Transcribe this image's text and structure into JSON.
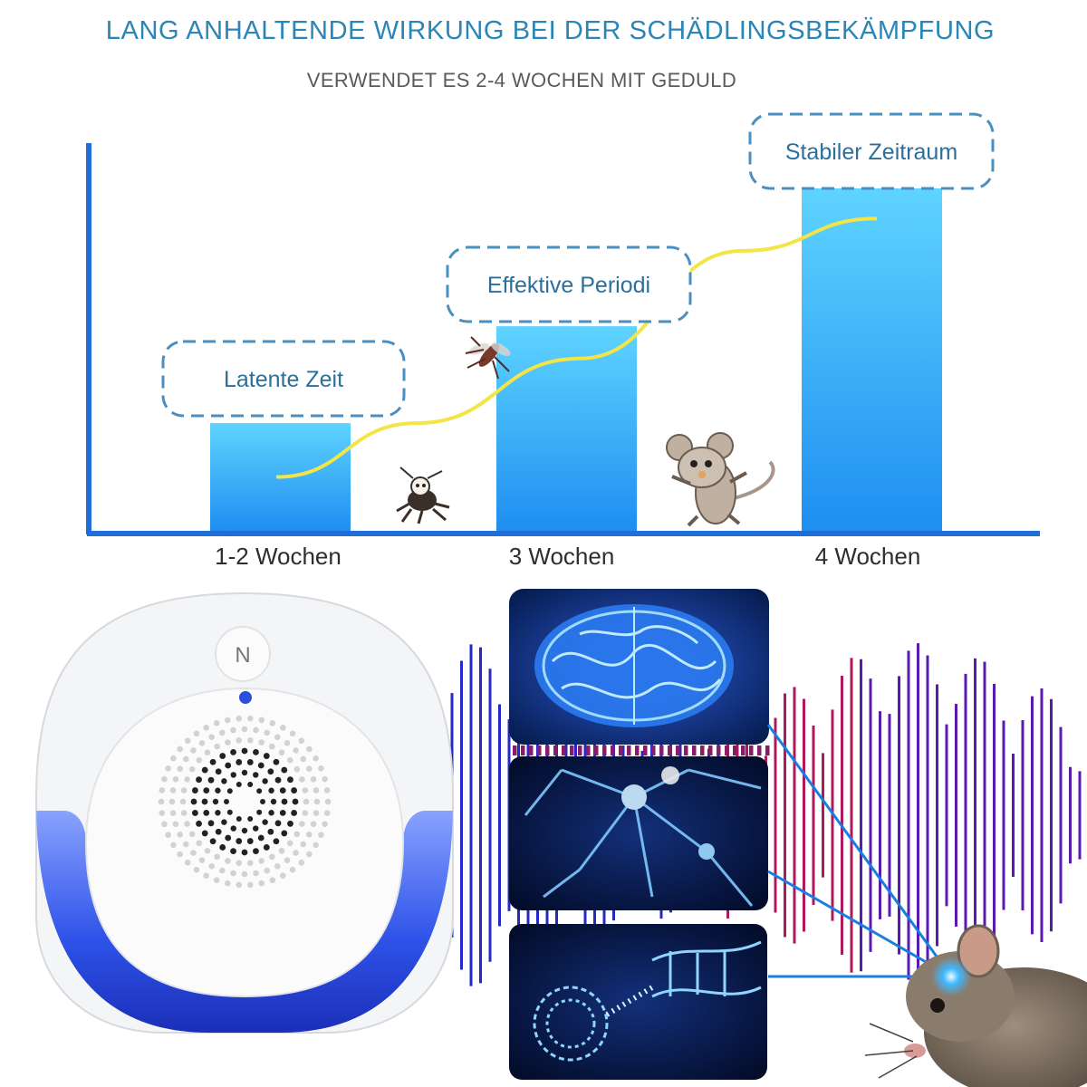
{
  "header": {
    "title": "LANG ANHALTENDE WIRKUNG BEI DER SCHÄDLINGSBEKÄMPFUNG",
    "subtitle": "VERWENDET ES 2-4 WOCHEN MIT GEDULD"
  },
  "chart_data": {
    "type": "bar",
    "categories": [
      "1-2 Wochen",
      "3 Wochen",
      "4 Wochen"
    ],
    "values": [
      1,
      1.9,
      3.2
    ],
    "ylim": [
      0,
      3.6
    ],
    "grid": false,
    "legend": "none",
    "annotations": [
      "Latente Zeit",
      "Effektive Periodi",
      "Stabiler Zeitraum"
    ],
    "trend_line": [
      0.5,
      1.0,
      1.6,
      2.6,
      2.9
    ]
  },
  "device": {
    "button_letter": "N"
  },
  "colors": {
    "accent": "#2b86b8",
    "axis": "#1f6fd6",
    "bar_top": "#5fd4ff",
    "bar_bottom": "#1e8ef0",
    "trend": "#f3e447",
    "wave": "#2a2ab8"
  },
  "icons": [
    "cockroach-icon",
    "mosquito-icon",
    "mouse-icon",
    "brain-icon",
    "neuron-icon",
    "dna-icon",
    "rat-icon"
  ]
}
